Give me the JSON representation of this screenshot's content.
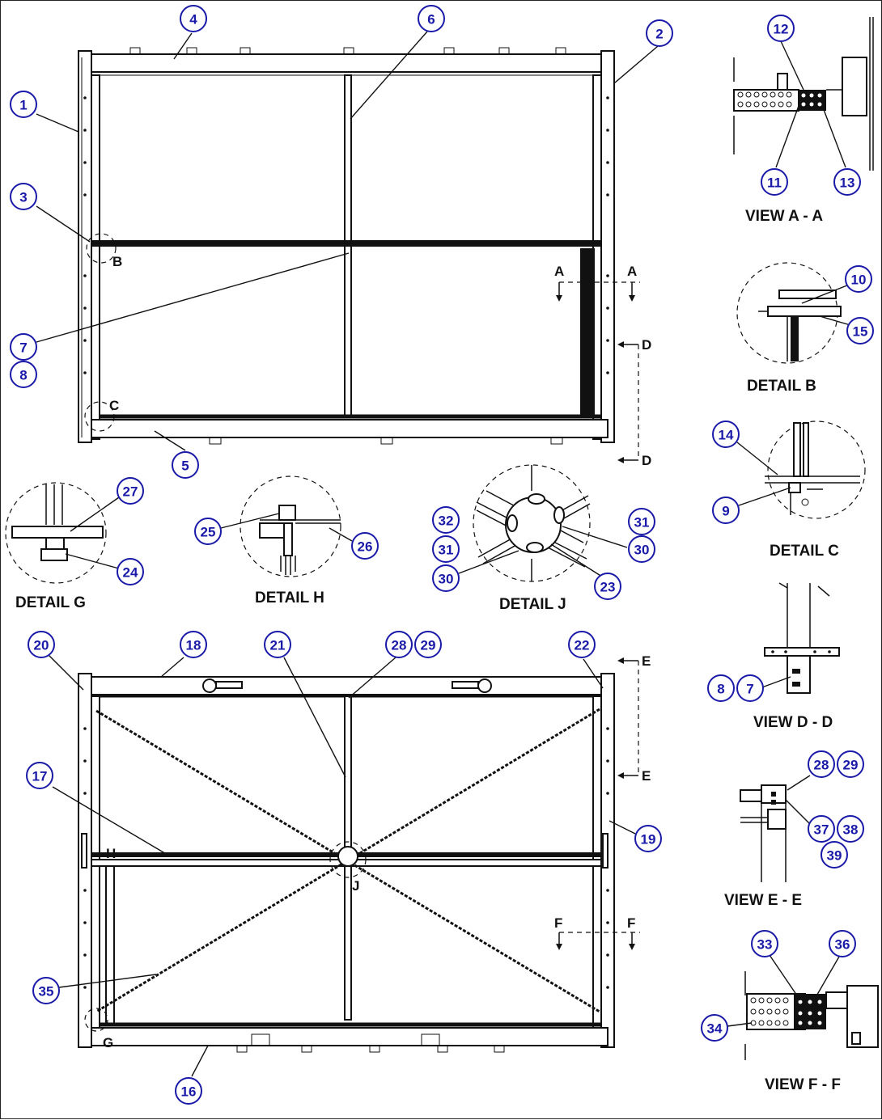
{
  "diagram": {
    "callouts": [
      {
        "id": "c1",
        "label": "1"
      },
      {
        "id": "c2",
        "label": "2"
      },
      {
        "id": "c3",
        "label": "3"
      },
      {
        "id": "c4",
        "label": "4"
      },
      {
        "id": "c5",
        "label": "5"
      },
      {
        "id": "c6",
        "label": "6"
      },
      {
        "id": "c7",
        "label": "7"
      },
      {
        "id": "c8",
        "label": "8"
      },
      {
        "id": "c9",
        "label": "9"
      },
      {
        "id": "c10",
        "label": "10"
      },
      {
        "id": "c11",
        "label": "11"
      },
      {
        "id": "c12",
        "label": "12"
      },
      {
        "id": "c13",
        "label": "13"
      },
      {
        "id": "c14",
        "label": "14"
      },
      {
        "id": "c15",
        "label": "15"
      },
      {
        "id": "c16",
        "label": "16"
      },
      {
        "id": "c17",
        "label": "17"
      },
      {
        "id": "c18",
        "label": "18"
      },
      {
        "id": "c19",
        "label": "19"
      },
      {
        "id": "c20",
        "label": "20"
      },
      {
        "id": "c21",
        "label": "21"
      },
      {
        "id": "c22",
        "label": "22"
      },
      {
        "id": "c23",
        "label": "23"
      },
      {
        "id": "c24",
        "label": "24"
      },
      {
        "id": "c25",
        "label": "25"
      },
      {
        "id": "c26",
        "label": "26"
      },
      {
        "id": "c27",
        "label": "27"
      },
      {
        "id": "c28",
        "label": "28"
      },
      {
        "id": "c29",
        "label": "29"
      },
      {
        "id": "c30a",
        "label": "30"
      },
      {
        "id": "c30b",
        "label": "30"
      },
      {
        "id": "c31a",
        "label": "31"
      },
      {
        "id": "c31b",
        "label": "31"
      },
      {
        "id": "c32",
        "label": "32"
      },
      {
        "id": "c33",
        "label": "33"
      },
      {
        "id": "c34",
        "label": "34"
      },
      {
        "id": "c35",
        "label": "35"
      },
      {
        "id": "c36",
        "label": "36"
      },
      {
        "id": "c7b",
        "label": "7"
      },
      {
        "id": "c8b",
        "label": "8"
      },
      {
        "id": "c28b",
        "label": "28"
      },
      {
        "id": "c29b",
        "label": "29"
      },
      {
        "id": "c37",
        "label": "37"
      },
      {
        "id": "c38",
        "label": "38"
      },
      {
        "id": "c39",
        "label": "39"
      }
    ],
    "captions": {
      "view_aa": "VIEW A - A",
      "detail_b": "DETAIL B",
      "detail_c": "DETAIL C",
      "view_dd": "VIEW D - D",
      "view_ee": "VIEW E - E",
      "view_ff": "VIEW F - F",
      "detail_g": "DETAIL G",
      "detail_h": "DETAIL H",
      "detail_j": "DETAIL J"
    },
    "markers": {
      "b": "B",
      "c": "C",
      "g": "G",
      "h": "H",
      "j": "J",
      "a_left": "A",
      "a_right": "A",
      "d_top": "D",
      "d_bottom": "D",
      "e_top": "E",
      "e_bottom": "E",
      "f_left": "F",
      "f_right": "F"
    }
  }
}
